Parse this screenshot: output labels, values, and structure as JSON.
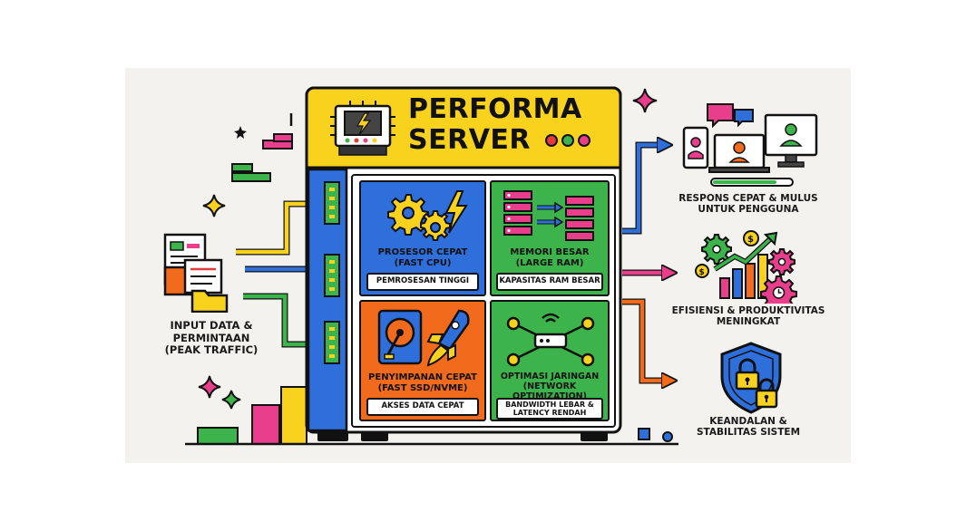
{
  "title": {
    "line1": "PERFORMA",
    "line2": "SERVER"
  },
  "input": {
    "label": "INPUT DATA &\nPERMINTAAN\n(PEAK TRAFFIC)"
  },
  "cards": [
    {
      "title": "PROSESOR CEPAT\n(FAST CPU)",
      "sub": "PEMROSESAN TINGGI",
      "color": "#2f6fdc"
    },
    {
      "title": "MEMORI BESAR\n(LARGE RAM)",
      "sub": "KAPASITAS RAM BESAR",
      "color": "#3cb44b"
    },
    {
      "title": "PENYIMPANAN CEPAT\n(FAST SSD/NVMe)",
      "sub": "AKSES DATA CEPAT",
      "color": "#f26a1b"
    },
    {
      "title": "OPTIMASI JARINGAN\n(NETWORK OPTIMIZATION)",
      "sub": "BANDWIDTH LEBAR &\nLATENCY RENDAH",
      "color": "#3cb44b"
    }
  ],
  "outputs": [
    {
      "label": "RESPONS CEPAT & MULUS\nUNTUK PENGGUNA"
    },
    {
      "label": "EFISIENSI & PRODUKTIVITAS\nMENINGKAT"
    },
    {
      "label": "KEANDALAN &\nSTABILITAS SISTEM"
    }
  ],
  "colors": {
    "yellow": "#f9d21e",
    "blue": "#2f6fdc",
    "green": "#3cb44b",
    "orange": "#f26a1b",
    "pink": "#e83e8c",
    "red": "#e23c3c",
    "background": "#f3f2ee",
    "outline": "#111111"
  },
  "icons": [
    "lightning-chip-icon",
    "gears-lightning-icon",
    "ram-stack-icon",
    "hard-drive-rocket-icon",
    "network-router-icon",
    "devices-users-icon",
    "growth-chart-gears-icon",
    "shield-lock-icon",
    "documents-folder-icon"
  ]
}
